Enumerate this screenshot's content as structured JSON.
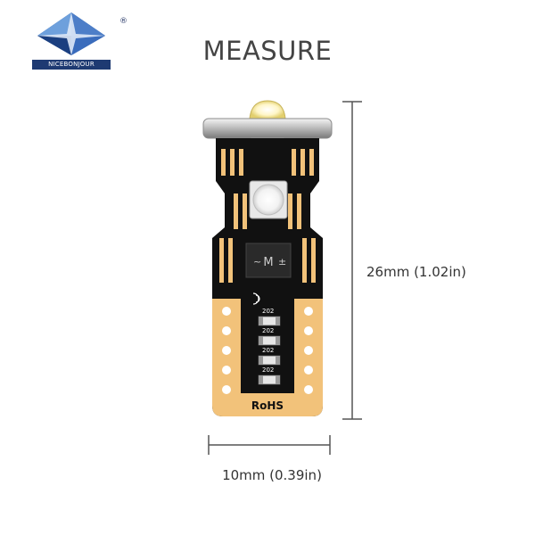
{
  "brand": {
    "name": "NICEBONJOUR",
    "reg_mark": "®"
  },
  "title": "MEASURE",
  "dimensions": {
    "height_label": "26mm (1.02in)",
    "width_label": "10mm (0.39in)"
  },
  "board": {
    "chip_labels": [
      "202",
      "202",
      "202",
      "202"
    ],
    "module_mark": "M",
    "certification": "RoHS"
  },
  "colors": {
    "board_black": "#111111",
    "copper_gold": "#f2c27a",
    "logo_blue": "#1e3a72",
    "dimension_line": "#555555"
  }
}
